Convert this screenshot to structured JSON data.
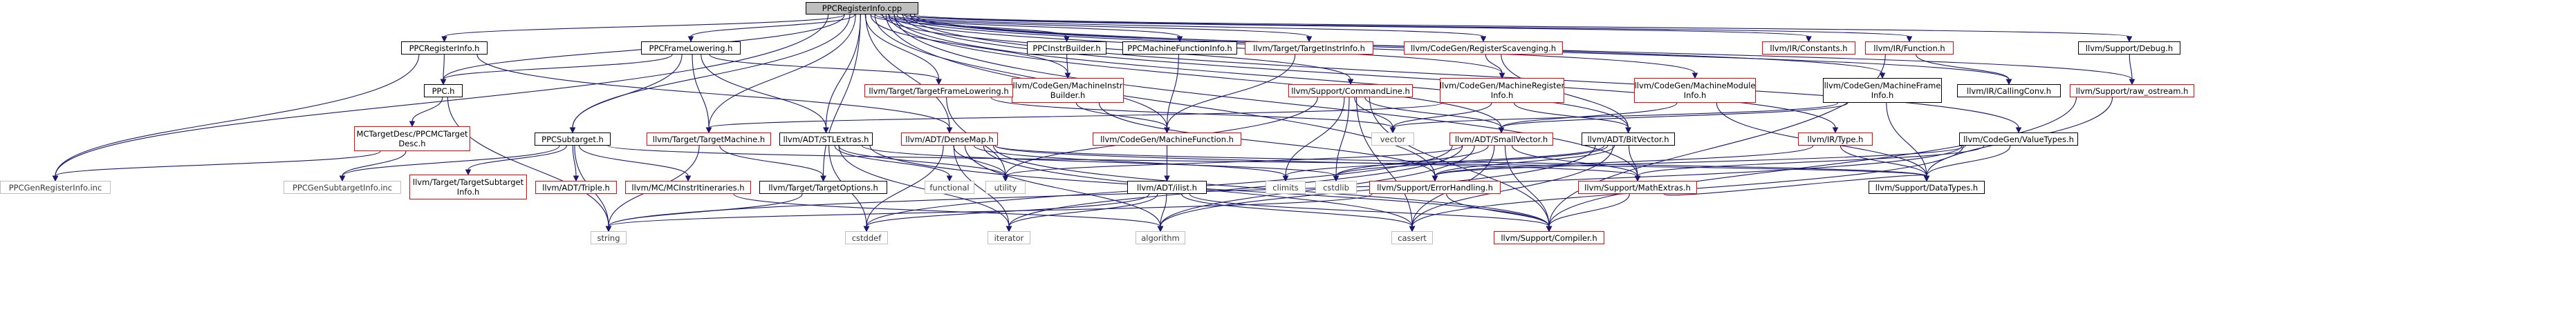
{
  "graph": {
    "root": "PPCRegisterInfo.cpp",
    "nodes": [
      {
        "id": "root",
        "label": "PPCRegisterInfo.cpp",
        "kind": "root"
      },
      {
        "id": "ppcreginfo_h",
        "label": "PPCRegisterInfo.h",
        "kind": "link"
      },
      {
        "id": "framelowering",
        "label": "PPCFrameLowering.h",
        "kind": "link"
      },
      {
        "id": "instrbuilder",
        "label": "PPCInstrBuilder.h",
        "kind": "link"
      },
      {
        "id": "mfinfo",
        "label": "PPCMachineFunctionInfo.h",
        "kind": "link"
      },
      {
        "id": "tinstrinfo",
        "label": "llvm/Target/TargetInstrInfo.h",
        "kind": "red"
      },
      {
        "id": "regscav",
        "label": "llvm/CodeGen/RegisterScavenging.h",
        "kind": "red"
      },
      {
        "id": "constants",
        "label": "llvm/IR/Constants.h",
        "kind": "red"
      },
      {
        "id": "function",
        "label": "llvm/IR/Function.h",
        "kind": "red"
      },
      {
        "id": "debug",
        "label": "llvm/Support/Debug.h",
        "kind": "link"
      },
      {
        "id": "ppc_h",
        "label": "PPC.h",
        "kind": "link"
      },
      {
        "id": "cg_mib",
        "label": "llvm/CodeGen/MachineInstr\nBuilder.h",
        "kind": "red"
      },
      {
        "id": "tframelow",
        "label": "llvm/Target/TargetFrameLowering.h",
        "kind": "red"
      },
      {
        "id": "cmdline",
        "label": "llvm/Support/CommandLine.h",
        "kind": "red"
      },
      {
        "id": "cg_mri",
        "label": "llvm/CodeGen/MachineRegister\nInfo.h",
        "kind": "red"
      },
      {
        "id": "cg_mmi",
        "label": "llvm/CodeGen/MachineModule\nInfo.h",
        "kind": "red"
      },
      {
        "id": "cg_mfi",
        "label": "llvm/CodeGen/MachineFrame\nInfo.h",
        "kind": "link"
      },
      {
        "id": "callingconv",
        "label": "llvm/IR/CallingConv.h",
        "kind": "link"
      },
      {
        "id": "raw_ostream",
        "label": "llvm/Support/raw_ostream.h",
        "kind": "red"
      },
      {
        "id": "mctd",
        "label": "MCTargetDesc/PPCMCTarget\nDesc.h",
        "kind": "red"
      },
      {
        "id": "subtarget",
        "label": "PPCSubtarget.h",
        "kind": "link"
      },
      {
        "id": "ttm",
        "label": "llvm/Target/TargetMachine.h",
        "kind": "red"
      },
      {
        "id": "stlextras",
        "label": "llvm/ADT/STLExtras.h",
        "kind": "link"
      },
      {
        "id": "cg_mf",
        "label": "llvm/CodeGen/MachineFunction.h",
        "kind": "red"
      },
      {
        "id": "densemap",
        "label": "llvm/ADT/DenseMap.h",
        "kind": "red"
      },
      {
        "id": "smallvector",
        "label": "llvm/ADT/SmallVector.h",
        "kind": "red"
      },
      {
        "id": "bitvector",
        "label": "llvm/ADT/BitVector.h",
        "kind": "link"
      },
      {
        "id": "ir_type",
        "label": "llvm/IR/Type.h",
        "kind": "red"
      },
      {
        "id": "valuetypes",
        "label": "llvm/CodeGen/ValueTypes.h",
        "kind": "link"
      },
      {
        "id": "vector",
        "label": "vector",
        "kind": "plain"
      },
      {
        "id": "genreginfo",
        "label": "PPCGenRegisterInfo.inc",
        "kind": "plain"
      },
      {
        "id": "gensubtarget",
        "label": "PPCGenSubtargetInfo.inc",
        "kind": "plain"
      },
      {
        "id": "tsubtarget",
        "label": "llvm/Target/TargetSubtarget\nInfo.h",
        "kind": "red"
      },
      {
        "id": "triple",
        "label": "llvm/ADT/Triple.h",
        "kind": "red"
      },
      {
        "id": "mcitin",
        "label": "llvm/MC/MCInstrItineraries.h",
        "kind": "red"
      },
      {
        "id": "toptions",
        "label": "llvm/Target/TargetOptions.h",
        "kind": "link"
      },
      {
        "id": "functional",
        "label": "functional",
        "kind": "plain"
      },
      {
        "id": "utility",
        "label": "utility",
        "kind": "plain"
      },
      {
        "id": "climits",
        "label": "climits",
        "kind": "plain"
      },
      {
        "id": "cstdlib",
        "label": "cstdlib",
        "kind": "plain"
      },
      {
        "id": "ilist",
        "label": "llvm/ADT/ilist.h",
        "kind": "link"
      },
      {
        "id": "errorhandling",
        "label": "llvm/Support/ErrorHandling.h",
        "kind": "red"
      },
      {
        "id": "mathextras",
        "label": "llvm/Support/MathExtras.h",
        "kind": "red"
      },
      {
        "id": "datatypes",
        "label": "llvm/Support/DataTypes.h",
        "kind": "link"
      },
      {
        "id": "string",
        "label": "string",
        "kind": "plain"
      },
      {
        "id": "cstddef",
        "label": "cstddef",
        "kind": "plain"
      },
      {
        "id": "iterator",
        "label": "iterator",
        "kind": "plain"
      },
      {
        "id": "algorithm",
        "label": "algorithm",
        "kind": "plain"
      },
      {
        "id": "cassert",
        "label": "cassert",
        "kind": "plain"
      },
      {
        "id": "compiler",
        "label": "llvm/Support/Compiler.h",
        "kind": "red"
      }
    ],
    "edges": [
      [
        "root",
        "ppcreginfo_h"
      ],
      [
        "root",
        "framelowering"
      ],
      [
        "root",
        "instrbuilder"
      ],
      [
        "root",
        "mfinfo"
      ],
      [
        "root",
        "tinstrinfo"
      ],
      [
        "root",
        "regscav"
      ],
      [
        "root",
        "constants"
      ],
      [
        "root",
        "function"
      ],
      [
        "root",
        "debug"
      ],
      [
        "root",
        "ppc_h"
      ],
      [
        "root",
        "genreginfo"
      ],
      [
        "root",
        "subtarget"
      ],
      [
        "root",
        "cg_mib"
      ],
      [
        "root",
        "tframelow"
      ],
      [
        "root",
        "cmdline"
      ],
      [
        "root",
        "cg_mri"
      ],
      [
        "root",
        "cg_mmi"
      ],
      [
        "root",
        "cg_mfi"
      ],
      [
        "root",
        "callingconv"
      ],
      [
        "root",
        "ttm"
      ],
      [
        "root",
        "stlextras"
      ],
      [
        "root",
        "bitvector"
      ],
      [
        "root",
        "ir_type"
      ],
      [
        "root",
        "valuetypes"
      ],
      [
        "root",
        "toptions"
      ],
      [
        "root",
        "errorhandling"
      ],
      [
        "root",
        "mathextras"
      ],
      [
        "root",
        "raw_ostream"
      ],
      [
        "root",
        "cg_mf"
      ],
      [
        "root",
        "densemap"
      ],
      [
        "root",
        "smallvector"
      ],
      [
        "ppcreginfo_h",
        "ppc_h"
      ],
      [
        "ppcreginfo_h",
        "genreginfo"
      ],
      [
        "ppcreginfo_h",
        "densemap"
      ],
      [
        "framelowering",
        "ppc_h"
      ],
      [
        "framelowering",
        "subtarget"
      ],
      [
        "framelowering",
        "ttm"
      ],
      [
        "framelowering",
        "stlextras"
      ],
      [
        "framelowering",
        "tframelow"
      ],
      [
        "instrbuilder",
        "cg_mib"
      ],
      [
        "mfinfo",
        "cg_mf"
      ],
      [
        "tinstrinfo",
        "cg_mf"
      ],
      [
        "regscav",
        "cg_mri"
      ],
      [
        "regscav",
        "bitvector"
      ],
      [
        "function",
        "callingconv"
      ],
      [
        "function",
        "compiler"
      ],
      [
        "debug",
        "raw_ostream"
      ],
      [
        "ppc_h",
        "mctd"
      ],
      [
        "ppc_h",
        "string"
      ],
      [
        "mctd",
        "gensubtarget"
      ],
      [
        "mctd",
        "genreginfo"
      ],
      [
        "subtarget",
        "gensubtarget"
      ],
      [
        "subtarget",
        "tsubtarget"
      ],
      [
        "subtarget",
        "triple"
      ],
      [
        "subtarget",
        "mcitin"
      ],
      [
        "subtarget",
        "string"
      ],
      [
        "subtarget",
        "datatypes"
      ],
      [
        "cg_mib",
        "cg_mf"
      ],
      [
        "cg_mib",
        "errorhandling"
      ],
      [
        "tframelow",
        "utility"
      ],
      [
        "tframelow",
        "vector"
      ],
      [
        "cmdline",
        "smallvector"
      ],
      [
        "cmdline",
        "compiler"
      ],
      [
        "cmdline",
        "cassert"
      ],
      [
        "cmdline",
        "climits"
      ],
      [
        "cmdline",
        "cstdlib"
      ],
      [
        "cmdline",
        "utility"
      ],
      [
        "cmdline",
        "vector"
      ],
      [
        "cg_mri",
        "bitvector"
      ],
      [
        "cg_mri",
        "ttm"
      ],
      [
        "cg_mri",
        "vector"
      ],
      [
        "cg_mmi",
        "smallvector"
      ],
      [
        "cg_mmi",
        "datatypes"
      ],
      [
        "cg_mfi",
        "smallvector"
      ],
      [
        "cg_mfi",
        "datatypes"
      ],
      [
        "cg_mfi",
        "vector"
      ],
      [
        "ttm",
        "toptions"
      ],
      [
        "ttm",
        "string"
      ],
      [
        "toptions",
        "string"
      ],
      [
        "stlextras",
        "functional"
      ],
      [
        "stlextras",
        "utility"
      ],
      [
        "stlextras",
        "cstddef"
      ],
      [
        "stlextras",
        "iterator"
      ],
      [
        "stlextras",
        "cstdlib"
      ],
      [
        "stlextras",
        "compiler"
      ],
      [
        "cg_mf",
        "ilist"
      ],
      [
        "ilist",
        "cassert"
      ],
      [
        "ilist",
        "cstddef"
      ],
      [
        "ilist",
        "iterator"
      ],
      [
        "ilist",
        "algorithm"
      ],
      [
        "ilist",
        "compiler"
      ],
      [
        "densemap",
        "algorithm"
      ],
      [
        "densemap",
        "cassert"
      ],
      [
        "densemap",
        "climits"
      ],
      [
        "densemap",
        "cstddef"
      ],
      [
        "densemap",
        "iterator"
      ],
      [
        "densemap",
        "utility"
      ],
      [
        "densemap",
        "mathextras"
      ],
      [
        "densemap",
        "datatypes"
      ],
      [
        "densemap",
        "compiler"
      ],
      [
        "smallvector",
        "algorithm"
      ],
      [
        "smallvector",
        "cassert"
      ],
      [
        "smallvector",
        "cstddef"
      ],
      [
        "smallvector",
        "cstdlib"
      ],
      [
        "smallvector",
        "iterator"
      ],
      [
        "smallvector",
        "mathextras"
      ],
      [
        "smallvector",
        "compiler"
      ],
      [
        "smallvector",
        "utility"
      ],
      [
        "bitvector",
        "algorithm"
      ],
      [
        "bitvector",
        "cassert"
      ],
      [
        "bitvector",
        "climits"
      ],
      [
        "bitvector",
        "cstdlib"
      ],
      [
        "bitvector",
        "errorhandling"
      ],
      [
        "bitvector",
        "mathextras"
      ],
      [
        "ir_type",
        "errorhandling"
      ],
      [
        "ir_type",
        "datatypes"
      ],
      [
        "valuetypes",
        "mathextras"
      ],
      [
        "valuetypes",
        "datatypes"
      ],
      [
        "valuetypes",
        "cassert"
      ],
      [
        "valuetypes",
        "string"
      ],
      [
        "valuetypes",
        "errorhandling"
      ],
      [
        "errorhandling",
        "string"
      ],
      [
        "errorhandling",
        "compiler"
      ],
      [
        "mathextras",
        "compiler"
      ],
      [
        "mathextras",
        "datatypes"
      ],
      [
        "raw_ostream",
        "compiler"
      ],
      [
        "raw_ostream",
        "datatypes"
      ],
      [
        "mcitin",
        "algorithm"
      ]
    ]
  }
}
